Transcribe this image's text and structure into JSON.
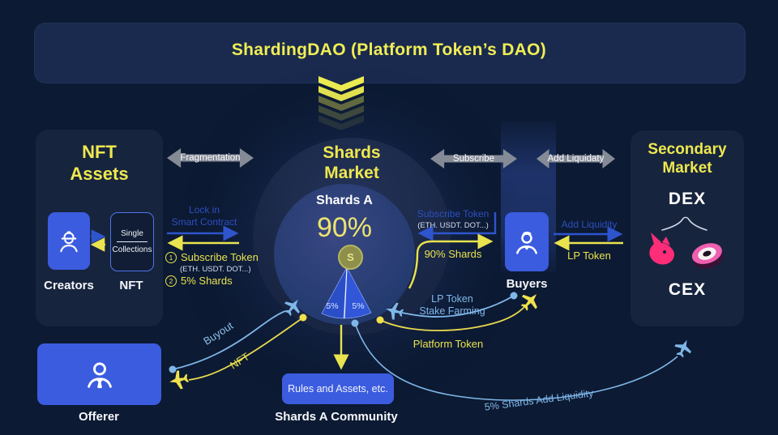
{
  "colors": {
    "yellow": "#e9e34f",
    "blue_text": "#2d4fc0",
    "blue_arrow": "#2e55cc",
    "light_blue": "#7fb7e8",
    "box_blue": "#3b5cdf",
    "gray_arrow": "#858b96",
    "pink": "#ff2d78",
    "panel": "#17243e",
    "background": "#0c1a33"
  },
  "banner": {
    "title": "ShardingDAO (Platform Token’s DAO)"
  },
  "nft_assets": {
    "title_line1": "NFT",
    "title_line2": "Assets",
    "creators_label": "Creators",
    "nft_label": "NFT",
    "single": "Single",
    "collections": "Collections"
  },
  "offerer": {
    "label": "Offerer"
  },
  "shards_market": {
    "title_line1": "Shards",
    "title_line2": "Market",
    "shard_name": "Shards A",
    "share": "90%",
    "coin": "S",
    "slice_left": "5%",
    "slice_right": "5%"
  },
  "buyers": {
    "label": "Buyers"
  },
  "secondary_market": {
    "title_line1": "Secondary",
    "title_line2": "Market",
    "dex": "DEX",
    "cex": "CEX"
  },
  "connector_arrows": {
    "fragmentation": "Fragmentation",
    "subscribe": "Subscribe",
    "add_liquidaty": "Add Liquidaty"
  },
  "creator_flow": {
    "lock_line1": "Lock in",
    "lock_line2": "Smart Contract",
    "item1_num": "1",
    "item1": "Subscribe Token",
    "item1_sub": "(ETH. USDT. DOT...)",
    "item2_num": "2",
    "item2": "5% Shards"
  },
  "buyer_flow": {
    "subscribe_token": "Subscribe Token",
    "tokens": "(ETH. USDT. DOT...)",
    "shards": "90% Shards"
  },
  "liquidity_flow": {
    "add_liquidity": "Add Liquidity",
    "lp_token": "LP Token"
  },
  "curve_labels": {
    "buyout": "Buyout",
    "nft": "NFT",
    "lp_stake_line1": "LP Token",
    "lp_stake_line2": "Stake Farming",
    "platform_token": "Platform Token",
    "shards_add_liquidity": "5% Shards Add Liquidity"
  },
  "community": {
    "rules": "Rules and Assets, etc.",
    "label": "Shards A Community"
  }
}
